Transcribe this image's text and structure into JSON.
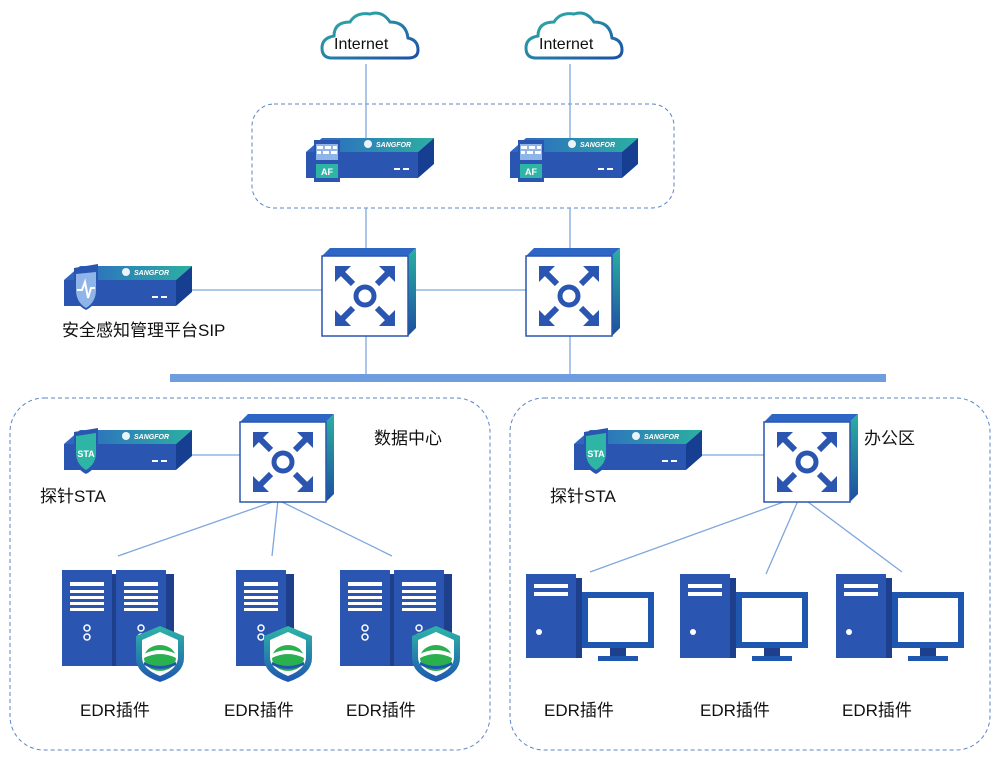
{
  "clouds": [
    {
      "label": "Internet"
    },
    {
      "label": "Internet"
    }
  ],
  "firewalls": [
    {
      "brand": "SANGFOR",
      "badge": "AF"
    },
    {
      "brand": "SANGFOR",
      "badge": "AF"
    }
  ],
  "sip": {
    "brand": "SANGFOR",
    "label": "安全感知管理平台SIP"
  },
  "zones": [
    {
      "title": "数据中心",
      "sta": {
        "brand": "SANGFOR",
        "badge": "STA",
        "label": "探针STA"
      },
      "endpoints": [
        {
          "label": "EDR插件"
        },
        {
          "label": "EDR插件"
        },
        {
          "label": "EDR插件"
        }
      ]
    },
    {
      "title": "办公区",
      "sta": {
        "brand": "SANGFOR",
        "badge": "STA",
        "label": "探针STA"
      },
      "endpoints": [
        {
          "label": "EDR插件"
        },
        {
          "label": "EDR插件"
        },
        {
          "label": "EDR插件"
        }
      ]
    }
  ],
  "colors": {
    "line": "#7ea7dc",
    "backbone": "#6e9de0",
    "dashed_border": "#5b86c6",
    "device_blue": "#2a55b0",
    "device_dark": "#1b3d8f",
    "teal": "#2fb5a6",
    "cloud_fill": "#ffffff",
    "cloud_stroke": "#1c4fa8"
  }
}
